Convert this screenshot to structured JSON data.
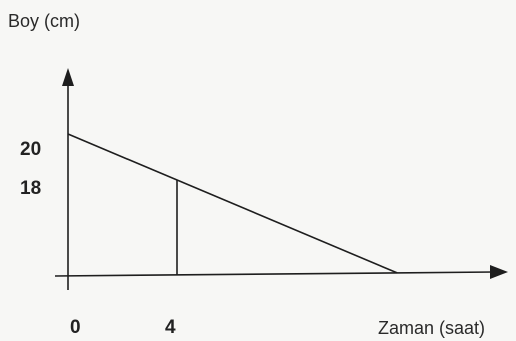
{
  "chart_data": {
    "type": "line",
    "ylabel": "Boy (cm)",
    "xlabel": "Zaman (saat)",
    "y_ticks": [
      "20",
      "18"
    ],
    "x_ticks": [
      "0",
      "4"
    ],
    "series": [
      {
        "x": [
          0,
          4
        ],
        "y": [
          20,
          18
        ]
      }
    ],
    "marker_x": 4,
    "ink_color": "#1e1e1e"
  }
}
